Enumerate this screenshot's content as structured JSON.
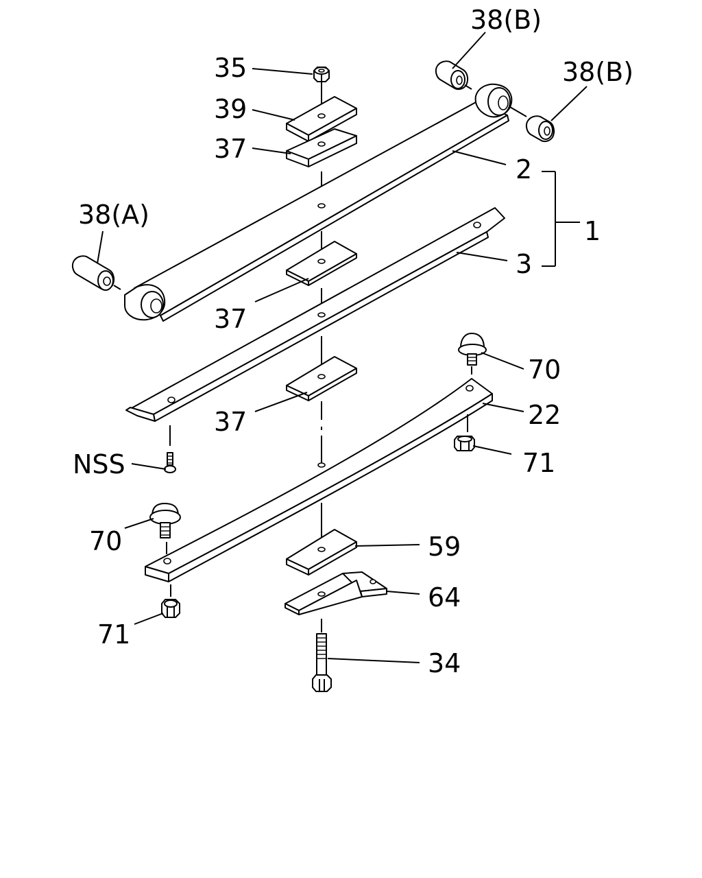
{
  "callouts": {
    "nut_35": "35",
    "plate_39": "39",
    "pad_37_top": "37",
    "pad_37_mid": "37",
    "pad_37_low": "37",
    "bushing_38b_left": "38(B)",
    "bushing_38b_right": "38(B)",
    "bushing_38a": "38(A)",
    "main_leaf_2": "2",
    "assembly_1": "1",
    "second_leaf_3": "3",
    "bolt_70_right": "70",
    "bolt_70_left": "70",
    "helper_leaf_22": "22",
    "nut_71_right": "71",
    "nut_71_left": "71",
    "clip_bolt_nss": "NSS",
    "seat_59": "59",
    "bracket_64": "64",
    "center_bolt_34": "34"
  }
}
